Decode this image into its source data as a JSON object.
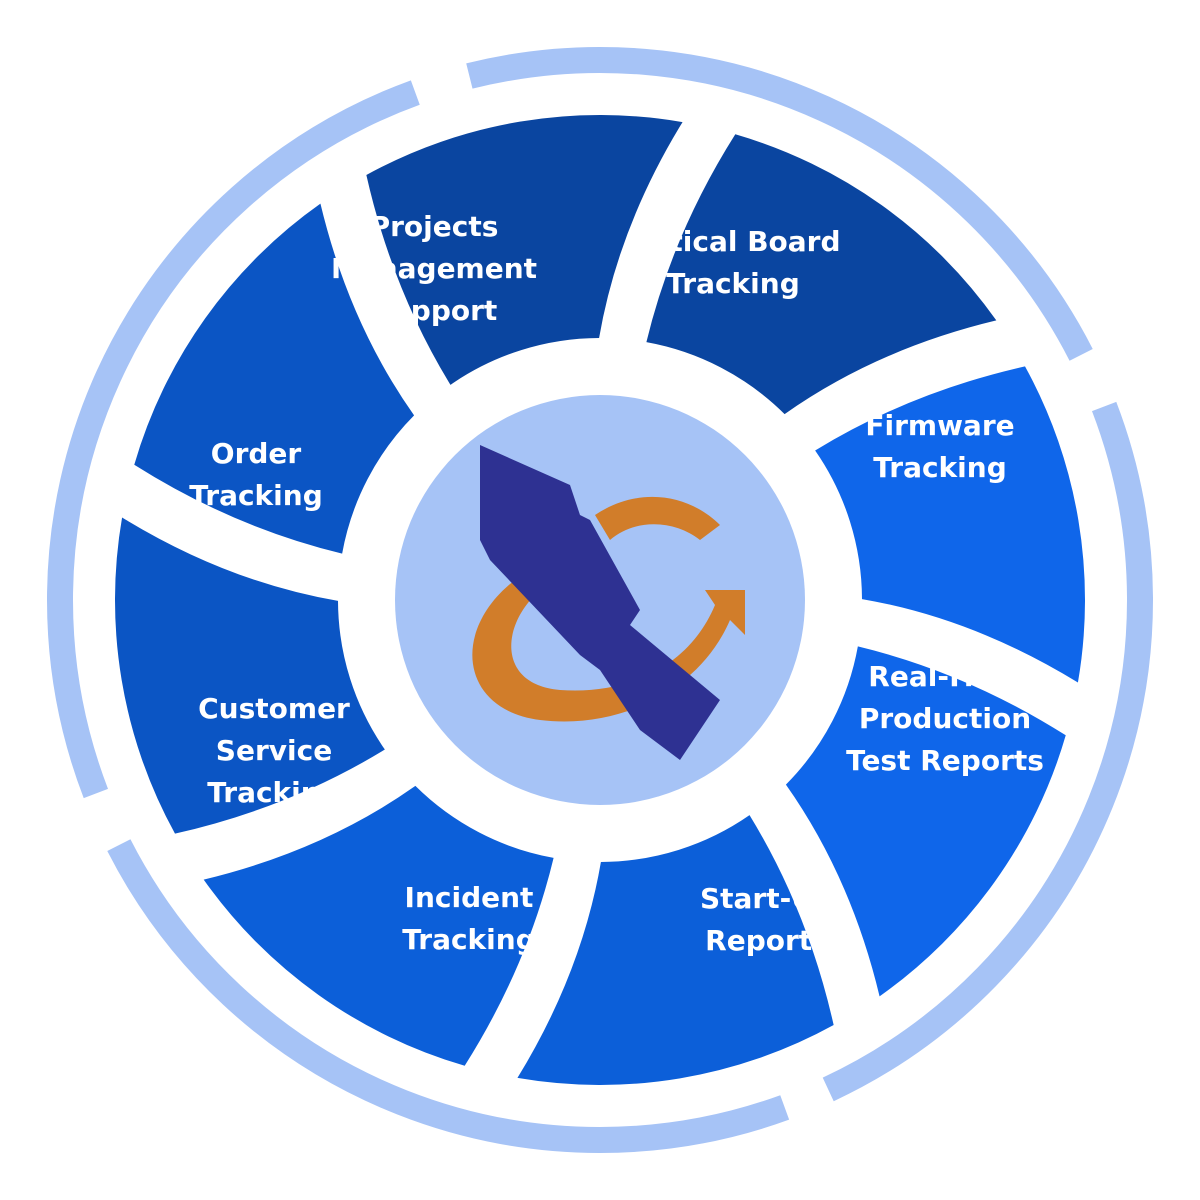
{
  "diagram": {
    "segments": [
      {
        "lines": [
          "Critical Board",
          "Tracking"
        ],
        "color": "#0a45a0"
      },
      {
        "lines": [
          "Firmware",
          "Tracking"
        ],
        "color": "#0f66ea"
      },
      {
        "lines": [
          "Real-Time",
          "Production",
          "Test Reports"
        ],
        "color": "#0f66ea"
      },
      {
        "lines": [
          "Start-Up",
          "Reports"
        ],
        "color": "#0c5fd9"
      },
      {
        "lines": [
          "Incident",
          "Tracking"
        ],
        "color": "#0c5fd9"
      },
      {
        "lines": [
          "Customer",
          "Service",
          "Tracking"
        ],
        "color": "#0b55c4"
      },
      {
        "lines": [
          "Order",
          "Tracking"
        ],
        "color": "#0b55c4"
      },
      {
        "lines": [
          "Projects",
          "Management",
          "Support"
        ],
        "color": "#0a45a0"
      }
    ],
    "colors": {
      "outer_ring": "#a6c3f6",
      "hub": "#a6c3f6",
      "logo_arrow": "#2e3192",
      "logo_swirl": "#d17d2a"
    },
    "center_logo": "rotation-arrows-logo-icon"
  }
}
